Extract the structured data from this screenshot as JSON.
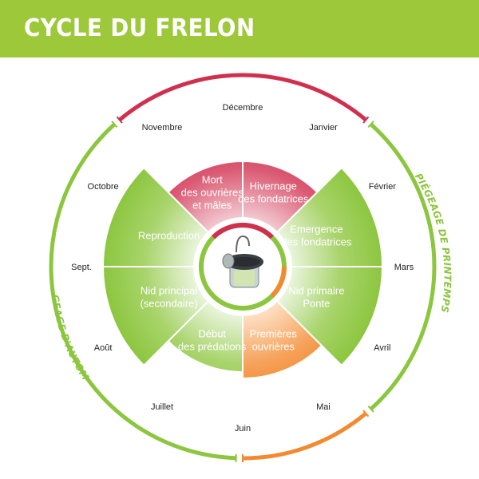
{
  "header": {
    "title": "CYCLE DU FRELON"
  },
  "colors": {
    "green": "#8cc63f",
    "red": "#d0304f",
    "orange": "#f28a30",
    "header_green": "#9dc83a"
  },
  "months": [
    "Décembre",
    "Janvier",
    "Février",
    "Mars",
    "Avril",
    "Mai",
    "Juin",
    "Juillet",
    "Août",
    "Sept.",
    "Octobre",
    "Novembre"
  ],
  "sectors": [
    {
      "lines": [
        "Hivernage",
        "des fondatrices"
      ],
      "color": "red"
    },
    {
      "lines": [
        "Emergence",
        "des fondatrices"
      ],
      "color": "green"
    },
    {
      "lines": [
        "Nid primaire",
        "Ponte"
      ],
      "color": "green"
    },
    {
      "lines": [
        "Premières",
        "ouvrières"
      ],
      "color": "orange"
    },
    {
      "lines": [
        "Début",
        "des prédations"
      ],
      "color": "green"
    },
    {
      "lines": [
        "Nid principal",
        "(secondaire)"
      ],
      "color": "green"
    },
    {
      "lines": [
        "Reproduction"
      ],
      "color": "green"
    },
    {
      "lines": [
        "Mort",
        "des ouvrières",
        "et mâles"
      ],
      "color": "red"
    }
  ],
  "arc_labels": {
    "spring": "PIÉGEAGE DE PRINTEMPS",
    "autumn": "PIÉGEAGE D'AUTOMNE"
  },
  "center": {
    "icon": "hornet-trap-icon"
  }
}
